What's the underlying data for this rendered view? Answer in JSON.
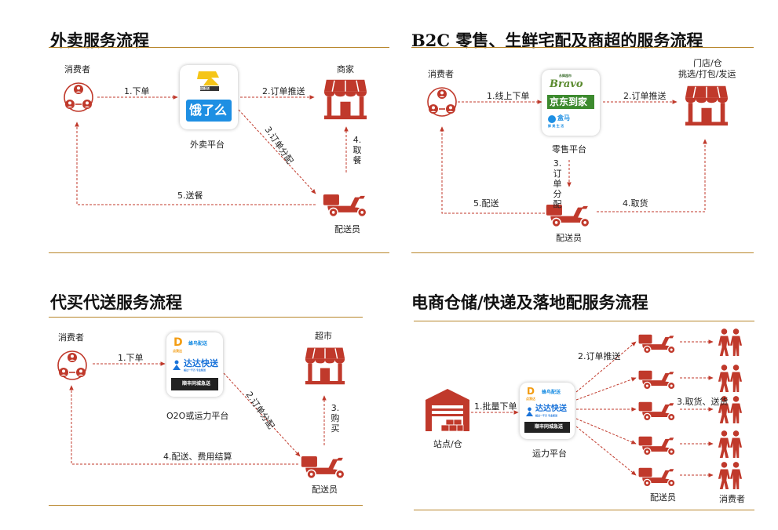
{
  "colors": {
    "accent": "#c0392b",
    "rule": "#b8862b",
    "jd_green": "#3c8a2e",
    "dada_blue": "#1a73d9"
  },
  "icons": [
    "consumer-network-icon",
    "storefront-icon",
    "delivery-scooter-icon",
    "warehouse-icon",
    "people-pair-icon"
  ],
  "panels": {
    "takeaway": {
      "title": "外卖服务流程",
      "consumer": "消费者",
      "platform": "外卖平台",
      "merchant": "商家",
      "courier": "配送员",
      "step1": "1.下单",
      "step2": "2.订单推送",
      "step3": "3.订单分配",
      "step4": "4.取餐",
      "step5": "5.送餐",
      "logos": {
        "meituan": "美团配送",
        "eleme": "饿了么"
      }
    },
    "b2c": {
      "title": "B2C 零售、生鲜宅配及商超的服务流程",
      "consumer": "消费者",
      "platform": "零售平台",
      "store_line1": "门店/仓",
      "store_line2": "挑选/打包/发运",
      "courier": "配送员",
      "step1": "1.线上下单",
      "step2": "2.订单推送",
      "step3": "3.订单分配",
      "step4": "4.取货",
      "step5": "5.配送",
      "logos": {
        "bravo_small": "永辉超市",
        "bravo": "Bravo",
        "jd": "京东到家",
        "hema": "盒马",
        "hema_sub": "鲜 美 生 活"
      }
    },
    "proxy": {
      "title": "代买代送服务流程",
      "consumer": "消费者",
      "platform": "O2O或运力平台",
      "supermarket": "超市",
      "courier": "配送员",
      "step1": "1.下单",
      "step2": "2.订单分配",
      "step3": "3.购买",
      "step4": "4.配送、费用结算",
      "logos": {
        "dian": "D",
        "dian_sub": "点我达",
        "fengniao": "蜂鸟配送",
        "dada": "达达快送",
        "dada_sub": "超过一千万  专业配送",
        "sf": "顺丰同城急送"
      }
    },
    "ecom": {
      "title": "电商仓储/快递及落地配服务流程",
      "station": "站点/仓",
      "platform": "运力平台",
      "courier": "配送员",
      "consumer": "消费者",
      "step1": "1.批量下单",
      "step2": "2.订单推送",
      "step3": "3.取货、送货",
      "logos": {
        "dian": "D",
        "dian_sub": "点我达",
        "fengniao": "蜂鸟配送",
        "dada": "达达快送",
        "dada_sub": "超过一千万  专业配送",
        "sf": "顺丰同城急送"
      }
    }
  }
}
